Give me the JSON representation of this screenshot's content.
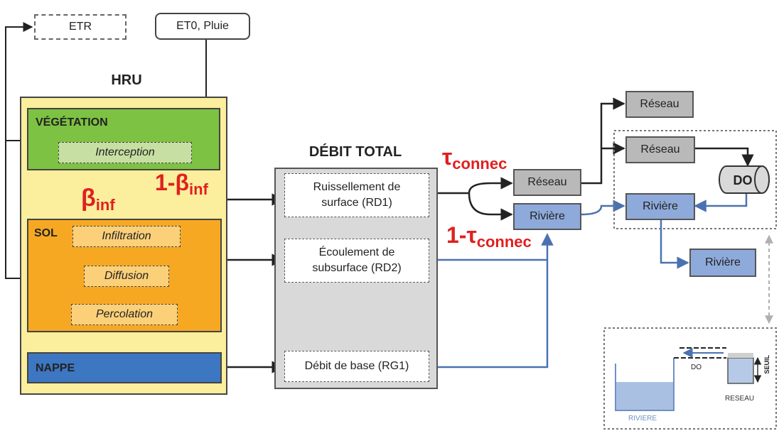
{
  "top": {
    "etr": "ETR",
    "et0_pluie": "ET0, Pluie"
  },
  "hru": {
    "title": "HRU",
    "vegetation": {
      "title": "VÉGÉTATION",
      "interception": "Interception"
    },
    "sol": {
      "title": "SOL",
      "infiltration": "Infiltration",
      "diffusion": "Diffusion",
      "percolation": "Percolation"
    },
    "nappe": {
      "title": "NAPPE"
    }
  },
  "symbols": {
    "beta_inf": {
      "main": "β",
      "sub": "inf"
    },
    "one_minus_beta_inf": {
      "main": "1-β",
      "sub": "inf"
    },
    "tau_connec": {
      "main": "τ",
      "sub": "connec"
    },
    "one_minus_tau_connec": {
      "main": "1-τ",
      "sub": "connec"
    }
  },
  "debit_total": {
    "title": "DÉBIT TOTAL",
    "rd1": [
      "Ruissellement de",
      "surface (RD1)"
    ],
    "rd2": [
      "Écoulement de",
      "subsurface (RD2)"
    ],
    "rg1": "Débit de base (RG1)"
  },
  "network": {
    "reseau_mid": "Réseau",
    "riviere_mid": "Rivière",
    "reseau_top": "Réseau",
    "reseau_right": "Réseau",
    "do": "DO",
    "riviere_right": "Rivière",
    "riviere_bottom": "Rivière"
  },
  "inset": {
    "do": "DO",
    "reseau": "RESEAU",
    "riviere": "RIVIERE",
    "seuil": "SEUIL"
  },
  "colors": {
    "hru_bg": "#fbee9c",
    "vegetation": "#7dc242",
    "interception": "#c7dfa3",
    "sol": "#f7a823",
    "sol_inner": "#fbd079",
    "nappe": "#3d77c1",
    "gray_box": "#b9b9b9",
    "gray_panel": "#d9d9d9",
    "blue_box": "#8eaadb",
    "red": "#e02020",
    "blue_line": "#4a72b0"
  }
}
